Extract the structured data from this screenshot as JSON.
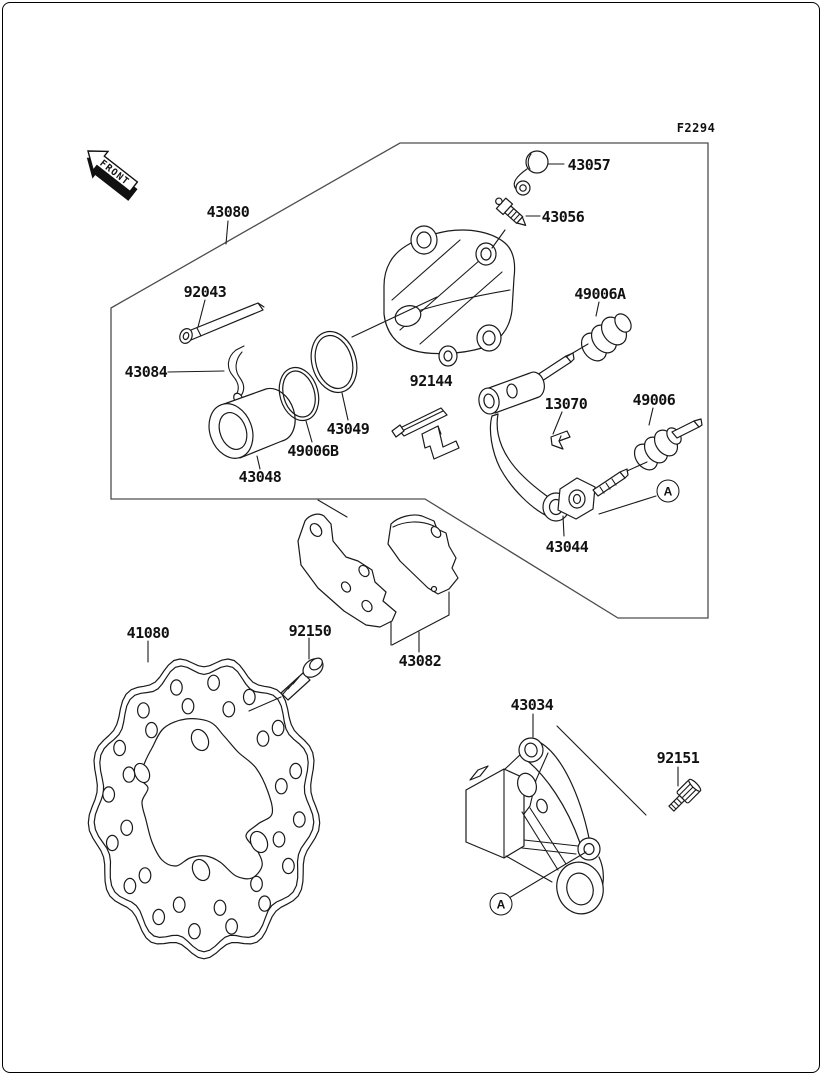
{
  "figure": {
    "code": "F2294"
  },
  "direction_arrow": {
    "label": "FRONT"
  },
  "detail_markers": {
    "a": "A"
  },
  "part_labels": {
    "p43080": "43080",
    "p43057": "43057",
    "p43056": "43056",
    "p92043": "92043",
    "p43084": "43084",
    "p49006A": "49006A",
    "p92144": "92144",
    "p13070": "13070",
    "p49006": "49006",
    "p43049": "43049",
    "p49006B": "49006B",
    "p43048": "43048",
    "p43044": "43044",
    "p41080": "41080",
    "p92150": "92150",
    "p43082": "43082",
    "p43034": "43034",
    "p92151": "92151"
  },
  "colors": {
    "line": "#1a1a1a",
    "box_line": "#4d4d4d",
    "background": "#ffffff"
  }
}
